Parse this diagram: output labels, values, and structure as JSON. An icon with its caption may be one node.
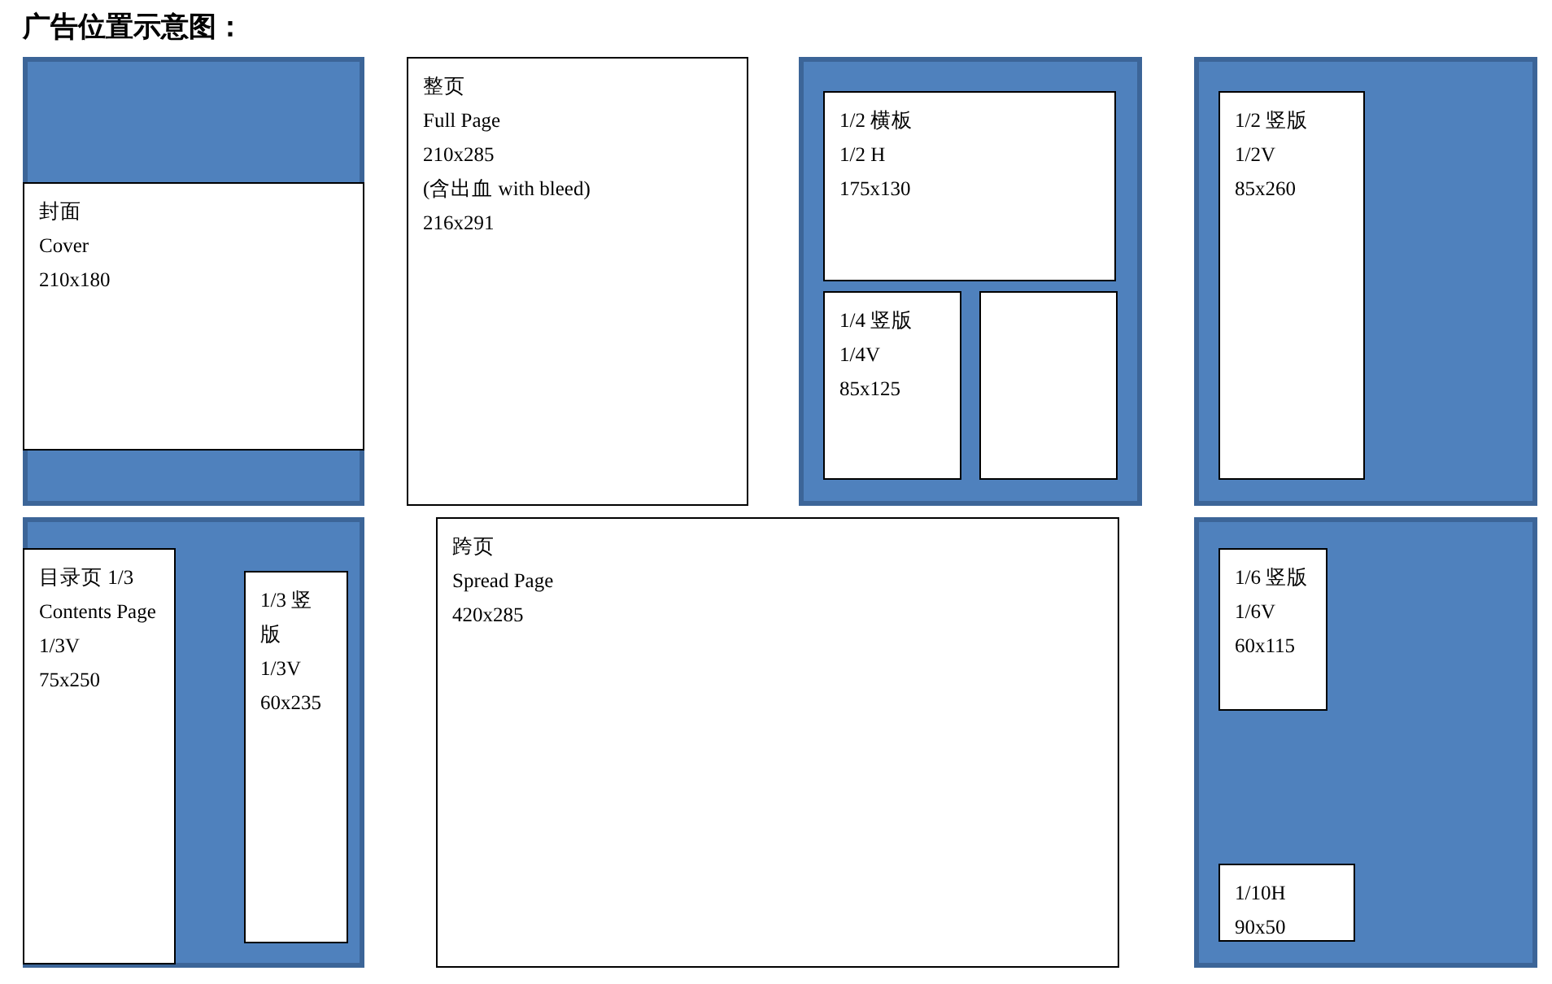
{
  "diagram": {
    "title": "广告位置示意图：",
    "nodes": [
      {
        "text": [],
        "shape": "box"
      },
      {
        "text": [
          "封面",
          "Cover",
          "210x180"
        ],
        "in": 0
      },
      {
        "text": [
          "整页",
          "Full Page",
          "210x285",
          "(含出血 with bleed)",
          "216x291"
        ]
      },
      {
        "text": [],
        "shape": "box"
      },
      {
        "text": [
          "1/2 横板",
          "1/2 H",
          "175x130"
        ],
        "in": 3
      },
      {
        "text": [
          "1/4 竖版",
          "1/4V",
          "85x125"
        ],
        "in": 3
      },
      {
        "text": [],
        "shape": "box",
        "in": 3
      },
      {
        "text": [],
        "shape": "box"
      },
      {
        "text": [
          "1/2 竖版",
          "1/2V",
          "85x260"
        ],
        "in": 7
      },
      {
        "text": [],
        "shape": "box"
      },
      {
        "text": [
          "目录页 1/3",
          "Contents Page 1/3V",
          "75x250"
        ],
        "in": 9
      },
      {
        "text": [
          "1/3 竖版",
          "1/3V",
          "60x235"
        ],
        "in": 9
      },
      {
        "text": [
          "跨页",
          "Spread Page",
          "420x285"
        ]
      },
      {
        "text": [],
        "shape": "box"
      },
      {
        "text": [
          "1/6 竖版",
          "1/6V",
          "60x115"
        ],
        "in": 13
      },
      {
        "text": [
          "1/10H",
          "90x50"
        ],
        "in": 13
      }
    ]
  }
}
